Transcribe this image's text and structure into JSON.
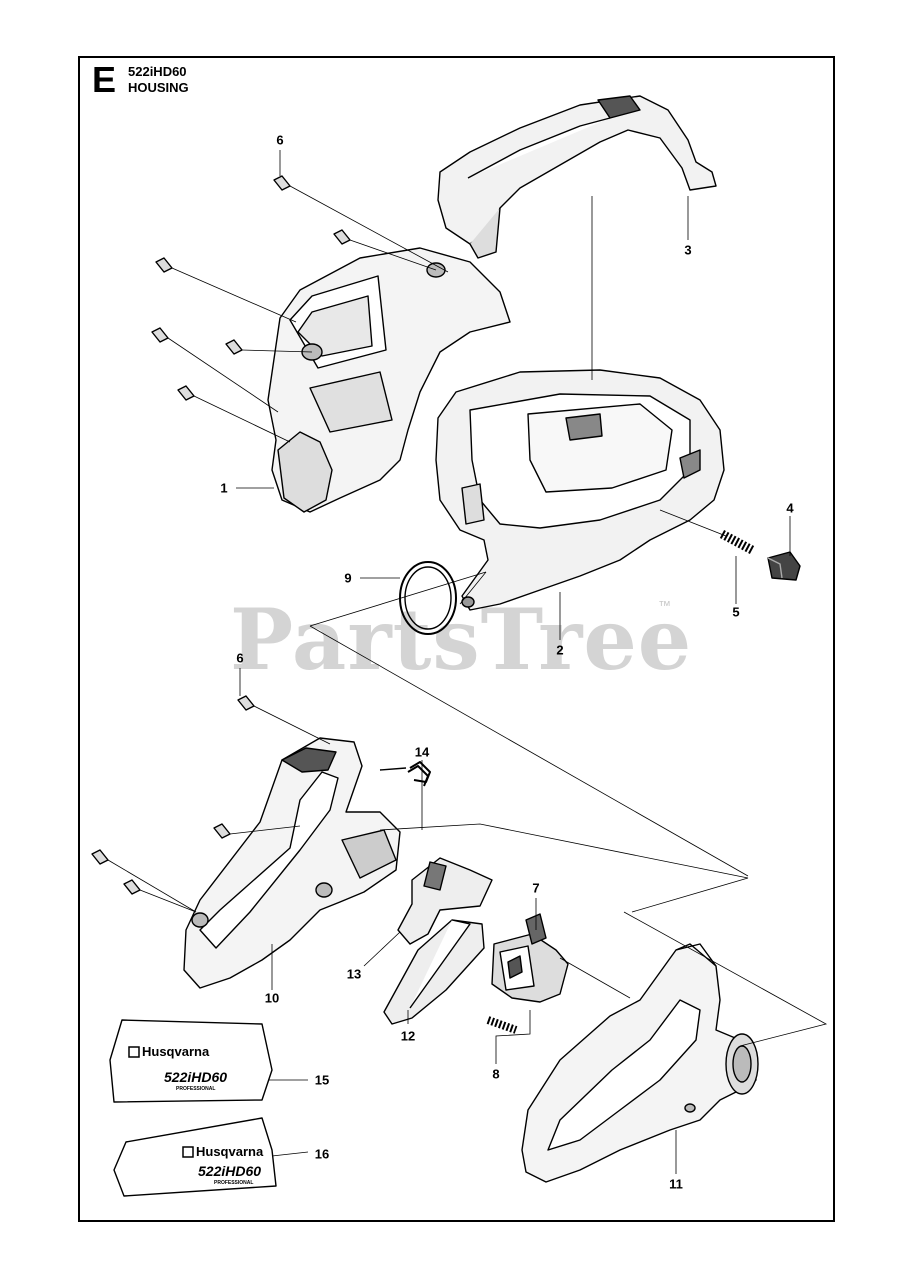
{
  "header": {
    "section_letter": "E",
    "model": "522iHD60",
    "title": "HOUSING"
  },
  "watermark": {
    "text": "PartsTree",
    "trademark": "™"
  },
  "callouts": [
    "1",
    "2",
    "3",
    "4",
    "5",
    "6",
    "6",
    "7",
    "8",
    "9",
    "10",
    "11",
    "12",
    "13",
    "14",
    "15",
    "16"
  ],
  "decals": [
    {
      "brand": "Husqvarna",
      "model": "522iHD60",
      "sub": "PROFESSIONAL"
    },
    {
      "brand": "Husqvarna",
      "model": "522iHD60",
      "sub": "PROFESSIONAL"
    }
  ],
  "colors": {
    "line": "#000000",
    "watermark": "#d4d4d4",
    "part_fill": "#ffffff",
    "part_shade": "#e6e6e6"
  }
}
